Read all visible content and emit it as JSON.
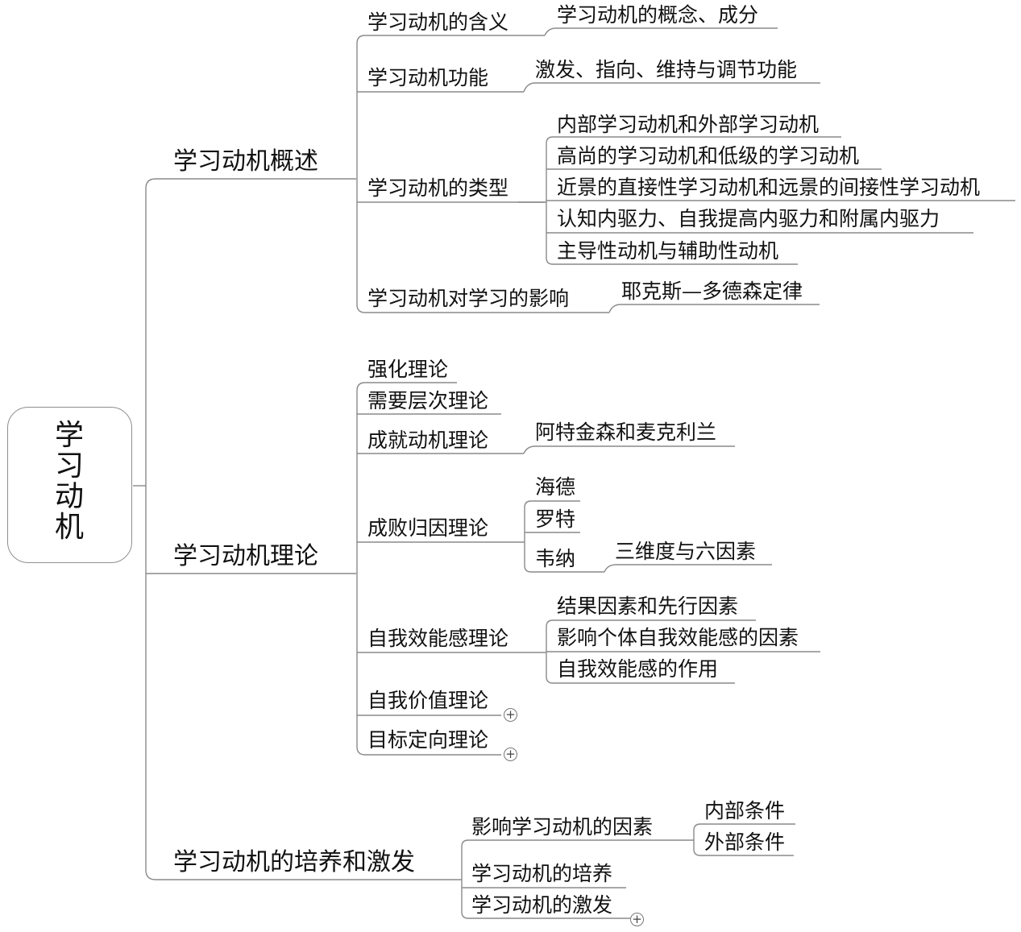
{
  "root": {
    "label": "学习动机"
  },
  "branches": [
    {
      "label": "学习动机概述",
      "children": [
        {
          "label": "学习动机的含义",
          "children": [
            "学习动机的概念、成分"
          ]
        },
        {
          "label": "学习动机功能",
          "children": [
            "激发、指向、维持与调节功能"
          ]
        },
        {
          "label": "学习动机的类型",
          "children": [
            "内部学习动机和外部学习动机",
            "高尚的学习动机和低级的学习动机",
            "近景的直接性学习动机和远景的间接性学习动机",
            "认知内驱力、自我提高内驱力和附属内驱力",
            "主导性动机与辅助性动机"
          ]
        },
        {
          "label": "学习动机对学习的影响",
          "children": [
            "耶克斯—多德森定律"
          ]
        }
      ]
    },
    {
      "label": "学习动机理论",
      "children": [
        {
          "label": "强化理论"
        },
        {
          "label": "需要层次理论"
        },
        {
          "label": "成就动机理论",
          "children": [
            "阿特金森和麦克利兰"
          ]
        },
        {
          "label": "成败归因理论",
          "children": [
            "海德",
            "罗特",
            "韦纳"
          ],
          "sub": {
            "韦纳": "三维度与六因素"
          }
        },
        {
          "label": "自我效能感理论",
          "children": [
            "结果因素和先行因素",
            "影响个体自我效能感的因素",
            "自我效能感的作用"
          ]
        },
        {
          "label": "自我价值理论",
          "collapsed": true
        },
        {
          "label": "目标定向理论",
          "collapsed": true
        }
      ]
    },
    {
      "label": "学习动机的培养和激发",
      "children": [
        {
          "label": "影响学习动机的因素",
          "children": [
            "内部条件",
            "外部条件"
          ]
        },
        {
          "label": "学习动机的培养"
        },
        {
          "label": "学习动机的激发",
          "collapsed": true
        }
      ]
    }
  ],
  "expand_glyph": "+",
  "colors": {
    "line": "#8a8a8a",
    "text": "#111111",
    "border": "#8f8f8f"
  }
}
